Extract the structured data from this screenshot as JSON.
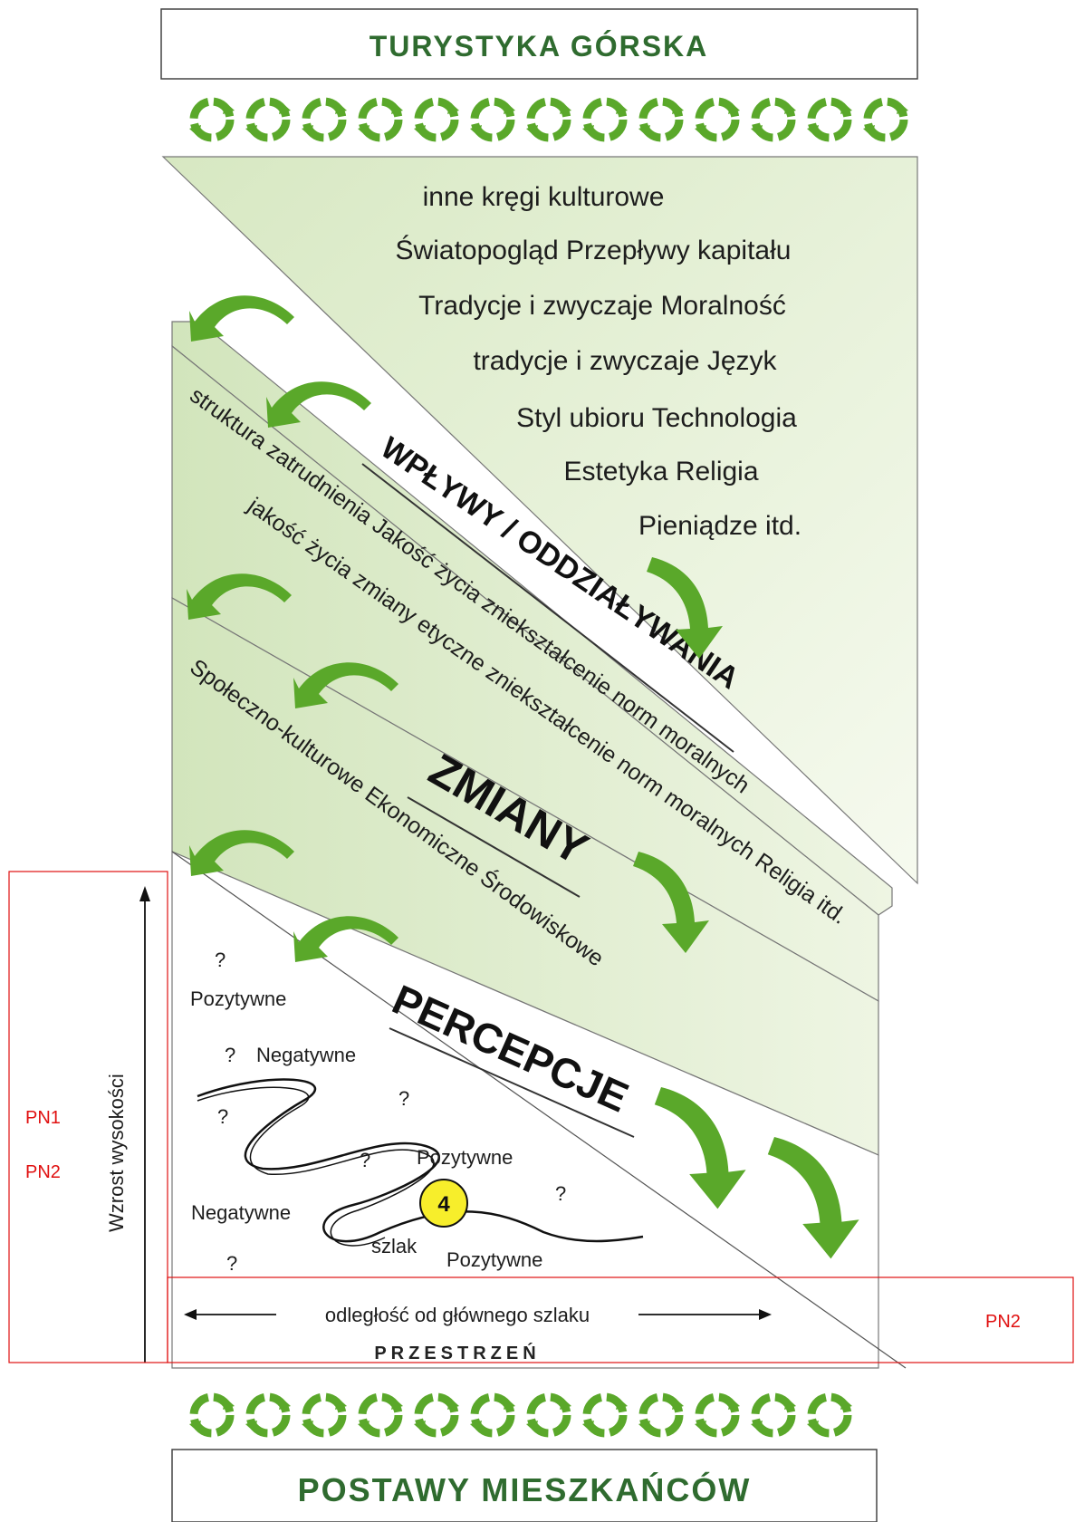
{
  "top_title": "TURYSTYKA   GÓRSKA",
  "bottom_title": "POSTAWY MIESZKAŃCÓW",
  "culture_items": [
    "inne kręgi kulturowe",
    "Światopogląd  Przepływy kapitału",
    "Tradycje i zwyczaje  Moralność",
    "tradycje i zwyczaje  Język",
    "Styl ubioru Technologia",
    "Estetyka  Religia",
    "Pieniądze itd."
  ],
  "bands": {
    "wplywy": "WPŁYWY / ODDZIAŁYWANIA",
    "zmiany": "ZMIANY",
    "percepcje": "PERCEPCJE",
    "zmiany_line1": "struktura zatrudnienia  Jakość życia  zniekształcenie norm moralnych",
    "zmiany_line2": "jakość życia  zmiany etyczne  zniekształcenie norm moralnych  Religia itd.",
    "percepcje_line": "Społeczno-kulturowe  Ekonomiczne  Środowiskowe"
  },
  "perception": {
    "labels": [
      "Pozytywne",
      "Negatywne",
      "Pozytywne",
      "Negatywne",
      "Pozytywne"
    ],
    "question": "?",
    "trail": "szlak",
    "marker": "4"
  },
  "axes": {
    "vertical": "Wzrost wysokości",
    "horizontal": "odległość od głównego szlaku",
    "space": "PRZESTRZEŃ"
  },
  "annotations": {
    "pn1": "PN1",
    "pn2_left": "PN2",
    "pn2_right": "PN2"
  },
  "colors": {
    "title_green": "#2f6b2f",
    "arrow_green": "#5aa82a",
    "panel_green": "#e4efd6",
    "annotation_red": "#e01010",
    "marker_yellow": "#f7ee2b"
  }
}
